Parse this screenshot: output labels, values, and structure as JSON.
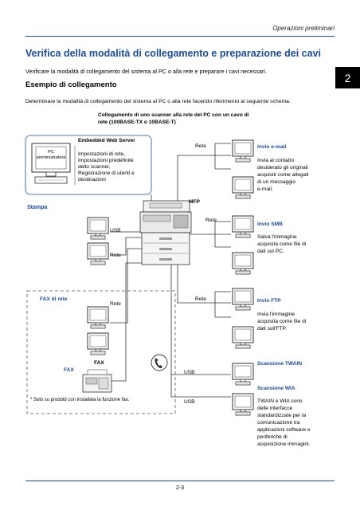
{
  "header": {
    "section": "Operazioni preliminari",
    "chapter": "2"
  },
  "title": "Verifica della modalità di collegamento e preparazione dei cavi",
  "intro": "Verificare la modalità di collegamento del sistema al PC o alla rete e preparare i cavi necessari.",
  "subtitle": "Esempio di collegamento",
  "description": "Determinare la modalità di collegamento del sistema al PC o alla rete facendo riferimento al seguente schema.",
  "diagram": {
    "caption_line1": "Collegamento di uno scanner alla rete del PC con un cavo di",
    "caption_line2": "rete (100BASE-TX o 10BASE-T)",
    "pc_admin_line1": "PC",
    "pc_admin_line2": "amministratore",
    "ews_title": "Embedded Web Server",
    "ews_lines": [
      "Impostazioni di rete,",
      "Impostazioni predefinite",
      "dello scanner,",
      "Registrazione di utenti e",
      "destinazioni"
    ],
    "stampa": "Stampa",
    "mfp": "MFP",
    "usb": "USB",
    "rete": "Rete",
    "fax_rete": "FAX di rete",
    "fax": "FAX",
    "footnote": "*  Solo su prodotti con installata la funzione fax.",
    "email_title": "Invio e-mail",
    "email_lines": [
      "Invia al contatto",
      "desiderato gli originali",
      "acquisiti come allegati",
      "di un messaggio",
      "e-mail."
    ],
    "smb_title": "Invio SMB",
    "smb_lines": [
      "Salva l'immagine",
      "acquisita come file di",
      "dati sul PC."
    ],
    "ftp_title": "Invio FTP",
    "ftp_lines": [
      "Invia l'immagine",
      "acquisita come file di",
      "dati sull'FTP."
    ],
    "twain_title": "Scansione TWAIN",
    "wia_title": "Scansione WIA",
    "wia_lines": [
      "TWAIN e WIA sono",
      "delle interfacce",
      "standardizzate per la",
      "comunicazione tra",
      "applicazioni software e",
      "periferiche di",
      "acquisizione immagini."
    ]
  },
  "footer": {
    "page": "2-3"
  }
}
